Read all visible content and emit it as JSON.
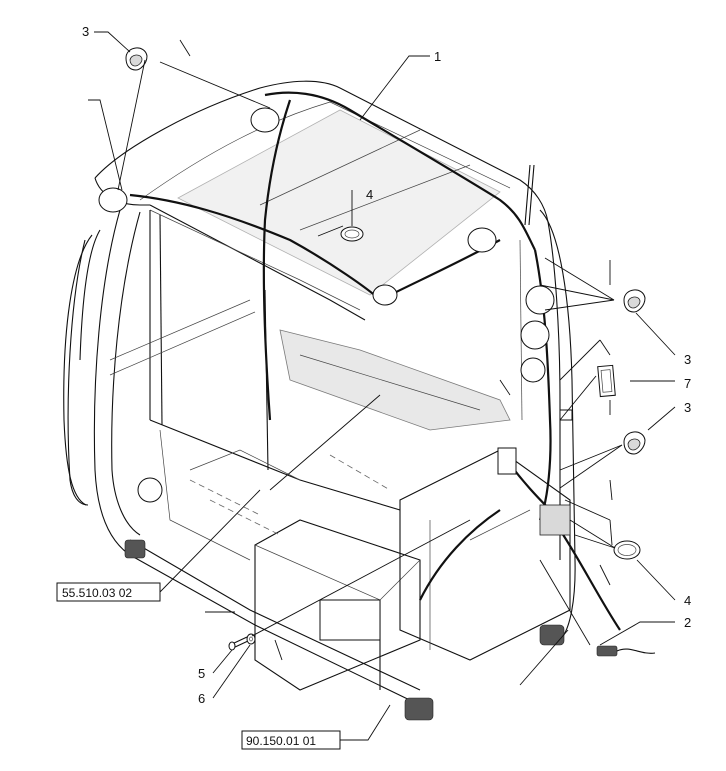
{
  "callouts": {
    "c1": "1",
    "c2": "2",
    "c3a": "3",
    "c3b": "3",
    "c3c": "3",
    "c4a": "4",
    "c4b": "4",
    "c5": "5",
    "c6": "6",
    "c7": "7"
  },
  "references": {
    "ref_left": "55.510.03 02",
    "ref_bottom": "90.150.01 01"
  }
}
